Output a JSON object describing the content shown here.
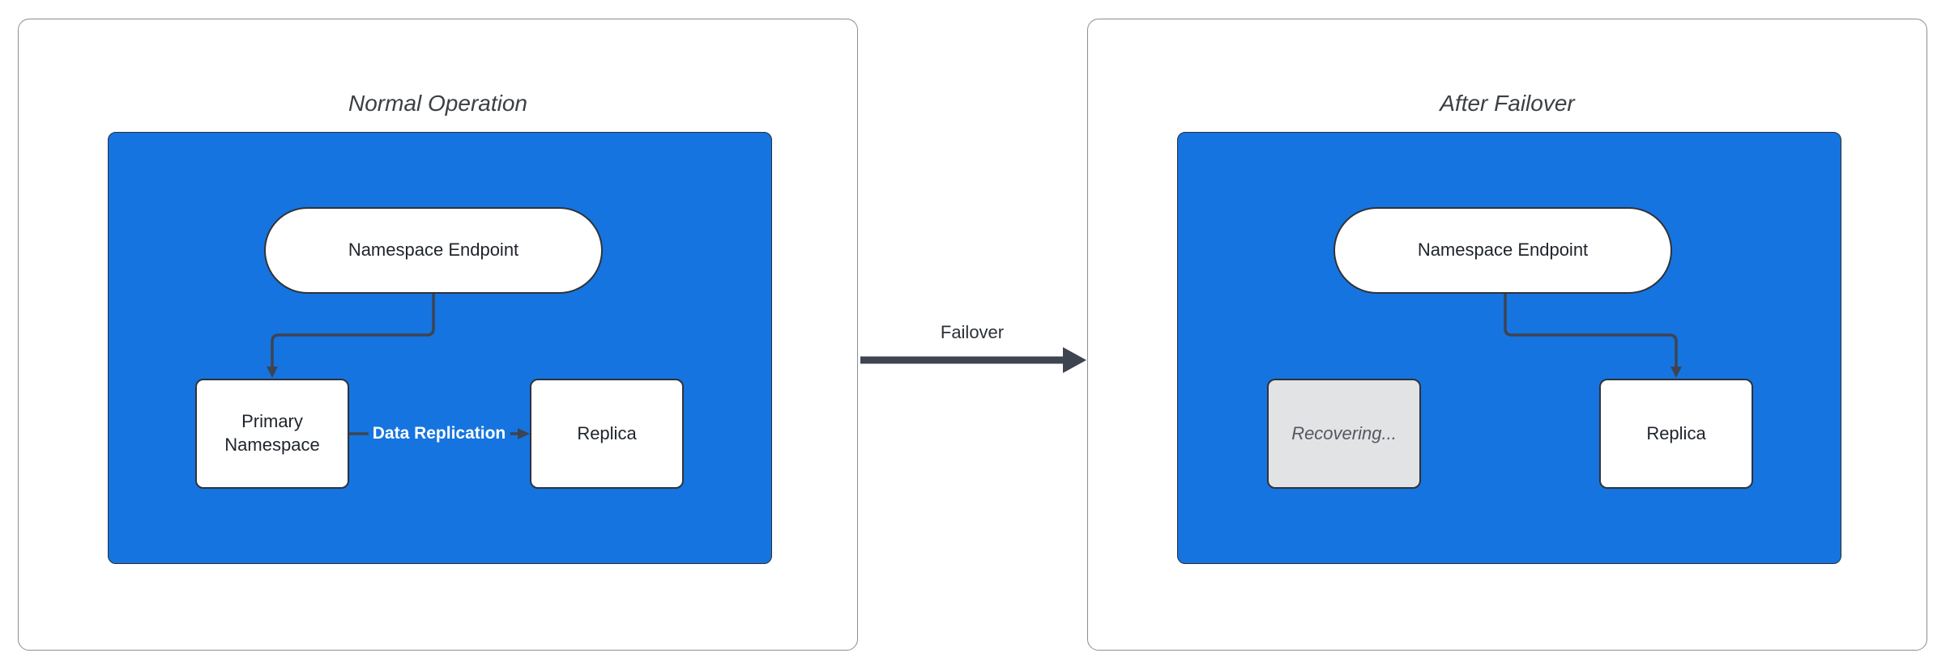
{
  "diagram": {
    "left": {
      "title": "Normal Operation",
      "endpoint_label": "Namespace Endpoint",
      "primary_label": "Primary Namespace",
      "replica_label": "Replica",
      "replication_edge_label": "Data Replication"
    },
    "failover_label": "Failover",
    "right": {
      "title": "After Failover",
      "endpoint_label": "Namespace Endpoint",
      "recovering_label": "Recovering...",
      "replica_label": "Replica"
    }
  },
  "colors": {
    "cluster_blue": "#1574e0",
    "edge_dark": "#3e4450",
    "node_border": "#2f3338",
    "node_text": "#1f242b",
    "panel_border": "#8b8d90",
    "title_text": "#3b4045",
    "recovering_fill": "#e2e3e5",
    "recovering_text": "#53585f",
    "edge_label_text": "#ffffff"
  }
}
